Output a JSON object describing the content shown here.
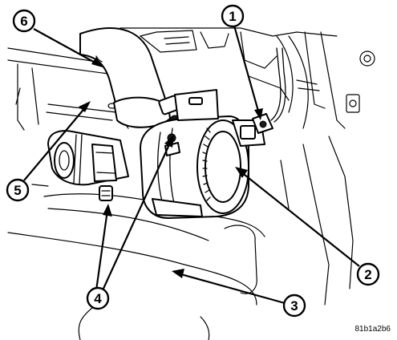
{
  "figure_id": "81b1a2b6",
  "callouts": [
    {
      "number": "1"
    },
    {
      "number": "2"
    },
    {
      "number": "3"
    },
    {
      "number": "4"
    },
    {
      "number": "5"
    },
    {
      "number": "6"
    }
  ]
}
